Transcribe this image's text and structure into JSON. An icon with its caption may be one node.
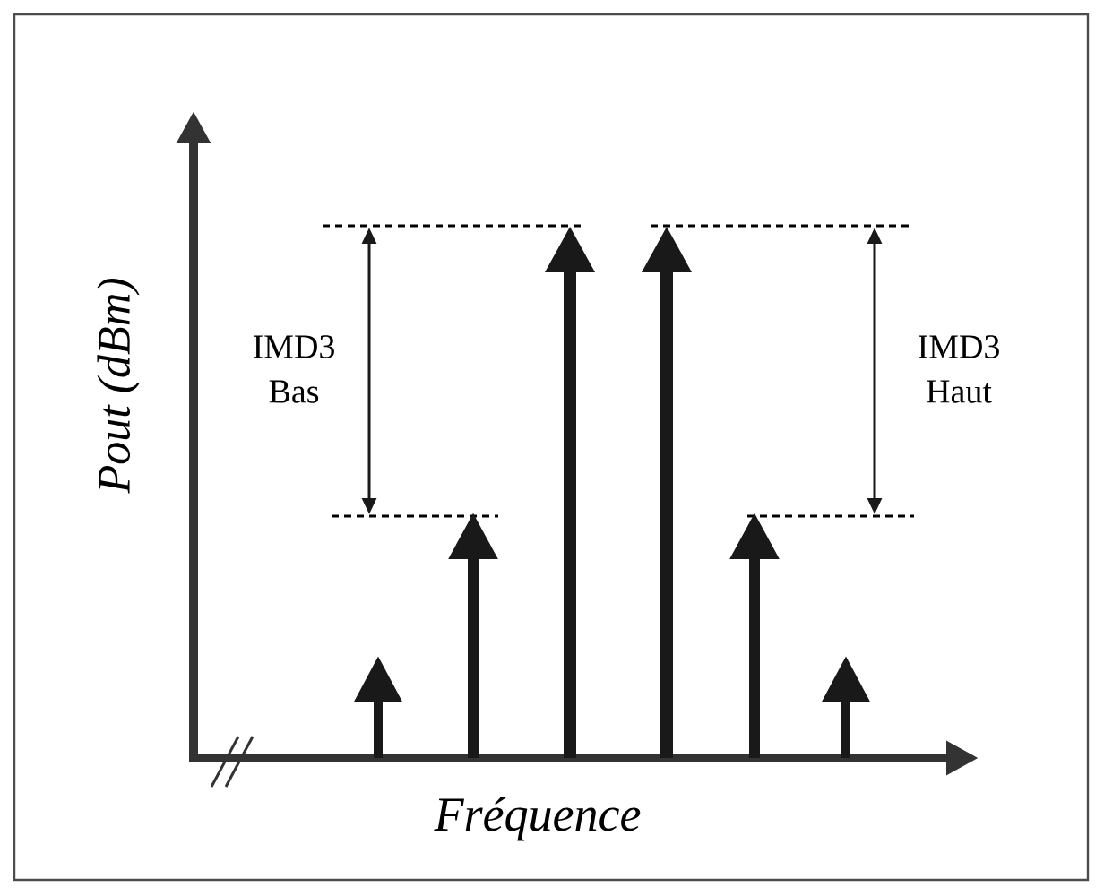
{
  "diagram": {
    "labels": [
      "Pout (dBm)",
      "IMD3 Bas",
      "IMD3 Haut",
      "Fréquence"
    ]
  }
}
